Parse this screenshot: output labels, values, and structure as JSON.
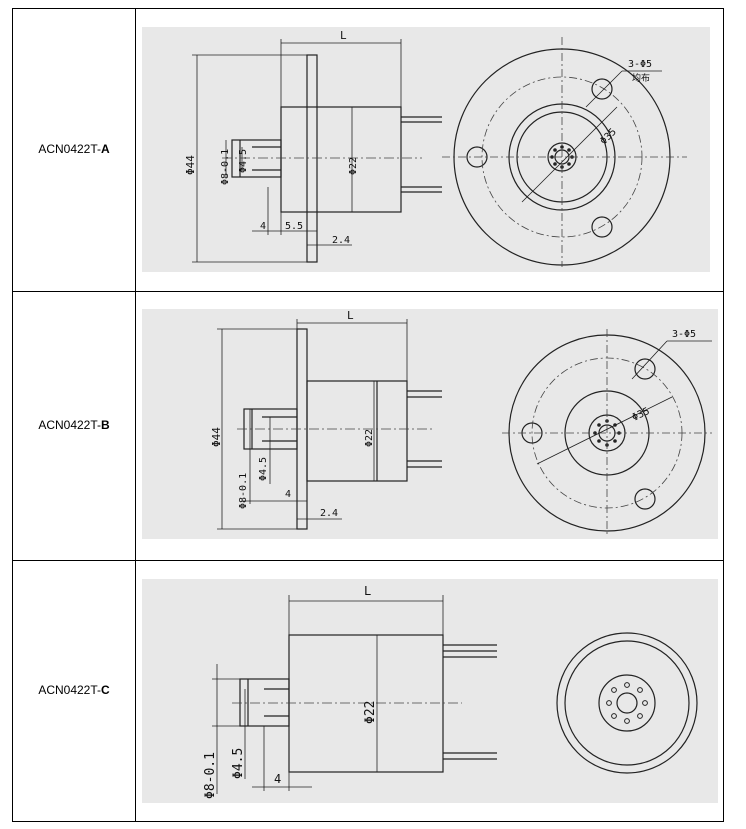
{
  "rows": [
    {
      "model_prefix": "ACN0422T-",
      "model_suffix": "A",
      "dims": {
        "length": "L",
        "outer_dia": "Φ44",
        "bolt_circle": "Φ35",
        "body_dia": "Φ22",
        "shaft_dia": "Φ8-0.1",
        "bore_dia": "Φ4.5",
        "shaft_len": "4",
        "step_len": "5.5",
        "flange_thk": "2.4",
        "holes": "3-Φ5",
        "holes_note": "均布"
      }
    },
    {
      "model_prefix": "ACN0422T-",
      "model_suffix": "B",
      "dims": {
        "length": "L",
        "outer_dia": "Φ44",
        "bolt_circle": "Φ35",
        "body_dia": "Φ22",
        "shaft_dia": "Φ8-0.1",
        "bore_dia": "Φ4.5",
        "shaft_len": "4",
        "flange_thk": "2.4",
        "holes": "3-Φ5"
      }
    },
    {
      "model_prefix": "ACN0422T-",
      "model_suffix": "C",
      "dims": {
        "length": "L",
        "body_dia": "Φ22",
        "shaft_dia": "Φ8-0.1",
        "bore_dia": "Φ4.5",
        "shaft_len": "4"
      }
    }
  ]
}
